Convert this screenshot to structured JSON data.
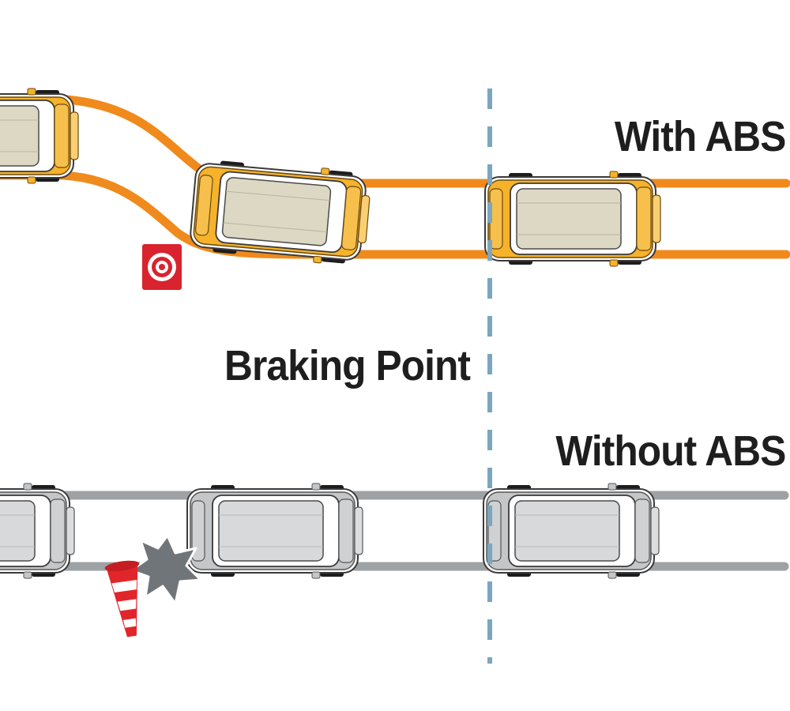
{
  "labels": {
    "with_abs": "With ABS",
    "braking_point": "Braking Point",
    "without_abs": "Without ABS"
  },
  "colors": {
    "abs_track": "#f08a1c",
    "abs_car_body": "#f6b22b",
    "abs_car_roof": "#dcd8c4",
    "no_abs_track": "#9ea2a5",
    "no_abs_car_body": "#c4c6c8",
    "no_abs_car_roof": "#d8d9da",
    "braking_line": "#7aa7bf",
    "target_sign": "#d9232e",
    "cone": "#e0262b",
    "impact_burst": "#6f7579",
    "text": "#1e1e1e"
  },
  "icons": [
    "target-sign-icon",
    "traffic-cone-icon",
    "impact-burst-icon",
    "car-icon"
  ]
}
